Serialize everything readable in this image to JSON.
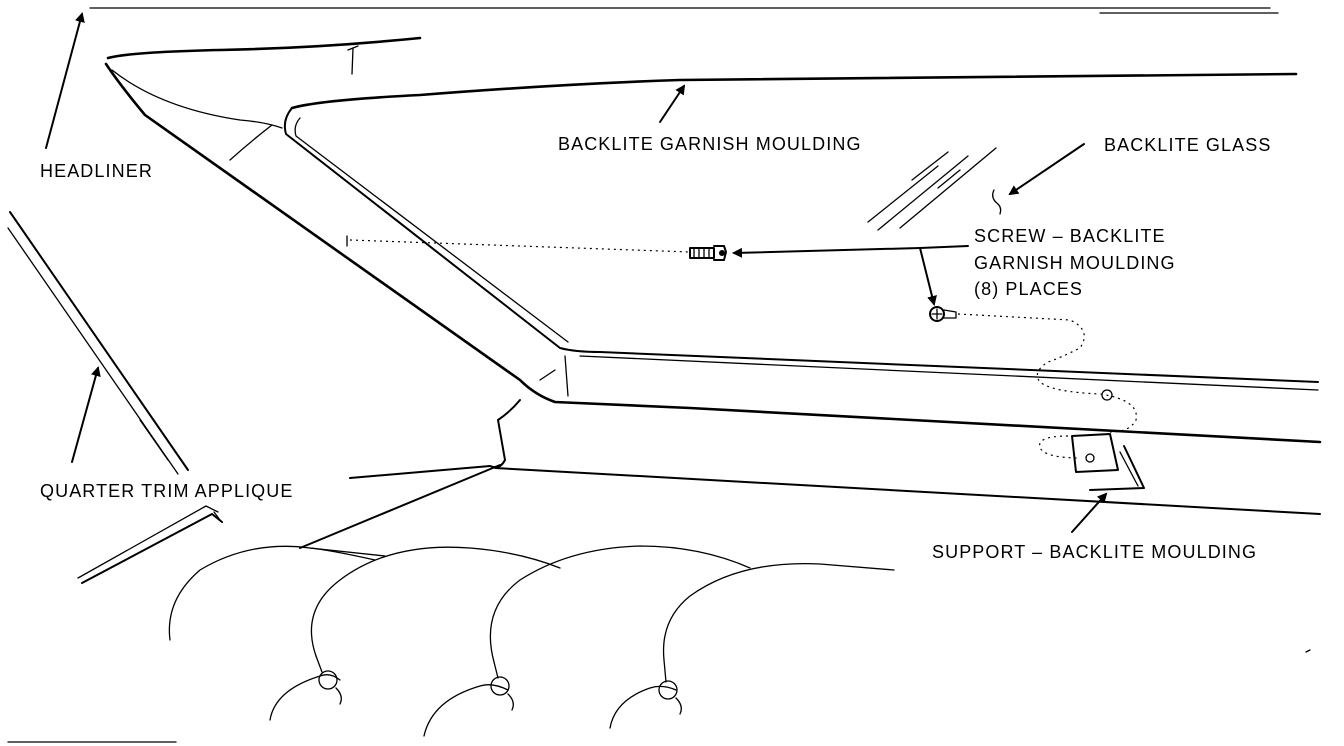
{
  "labels": {
    "headliner": "HEADLINER",
    "quarter_trim_applique": "QUARTER TRIM APPLIQUE",
    "backlite_garnish_moulding": "BACKLITE GARNISH MOULDING",
    "backlite_glass": "BACKLITE GLASS",
    "screw_line1": "SCREW – BACKLITE",
    "screw_line2": "GARNISH MOULDING",
    "screw_line3": "(8) PLACES",
    "support_backlite_moulding": "SUPPORT – BACKLITE MOULDING"
  },
  "colors": {
    "ink": "#000000",
    "paper": "#ffffff"
  }
}
